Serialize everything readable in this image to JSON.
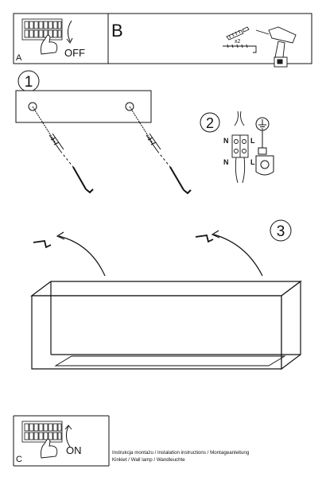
{
  "panel_a": {
    "letter": "A",
    "switch_label": "OFF"
  },
  "panel_b": {
    "letter": "B",
    "screw_quantity": "x2"
  },
  "steps": {
    "step1": "1",
    "step2": "2",
    "step3": "3"
  },
  "wiring": {
    "top_left": "N",
    "top_right": "L",
    "bottom_left": "N",
    "bottom_right": "L"
  },
  "panel_c": {
    "letter": "C",
    "switch_label": "ON"
  },
  "footer": {
    "line1": "Instrukcja montażu / instalation instructions / Montageanleitung",
    "line2": "Kinkiet / Wall lamp / Wandleuchte"
  }
}
